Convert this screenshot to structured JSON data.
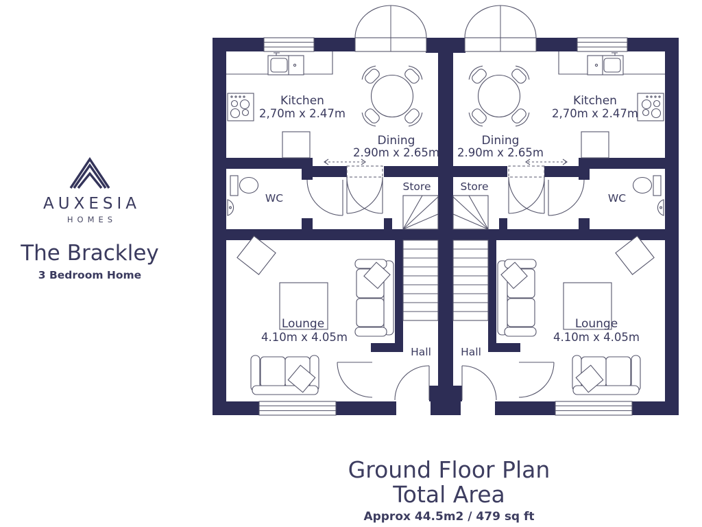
{
  "brand": {
    "name": "AUXESIA",
    "tagline": "HOMES",
    "plan_name": "The Brackley",
    "plan_subtitle": "3 Bedroom Home"
  },
  "rooms": {
    "kitchen": {
      "label": "Kitchen",
      "dims": "2,70m x 2.47m"
    },
    "dining": {
      "label": "Dining",
      "dims": "2.90m x 2.65m"
    },
    "wc": {
      "label": "WC"
    },
    "store": {
      "label": "Store"
    },
    "hall": {
      "label": "Hall"
    },
    "lounge": {
      "label": "Lounge",
      "dims": "4.10m x 4.05m"
    }
  },
  "caption": {
    "title": "Ground Floor Plan",
    "subtitle": "Total Area",
    "area": "Approx 44.5m2 / 479 sq ft"
  },
  "colors": {
    "wall": "#2d2d55",
    "line": "#55556b",
    "text": "#3a3a5e"
  }
}
